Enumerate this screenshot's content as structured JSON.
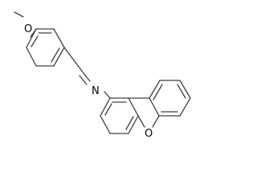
{
  "molecule": {
    "atoms": {
      "methoxy_oxygen": "O",
      "imine_nitrogen": "N",
      "furan_oxygen": "O"
    },
    "colors": {
      "bond": "#404040",
      "label": "#000000",
      "background": "#ffffff"
    }
  }
}
